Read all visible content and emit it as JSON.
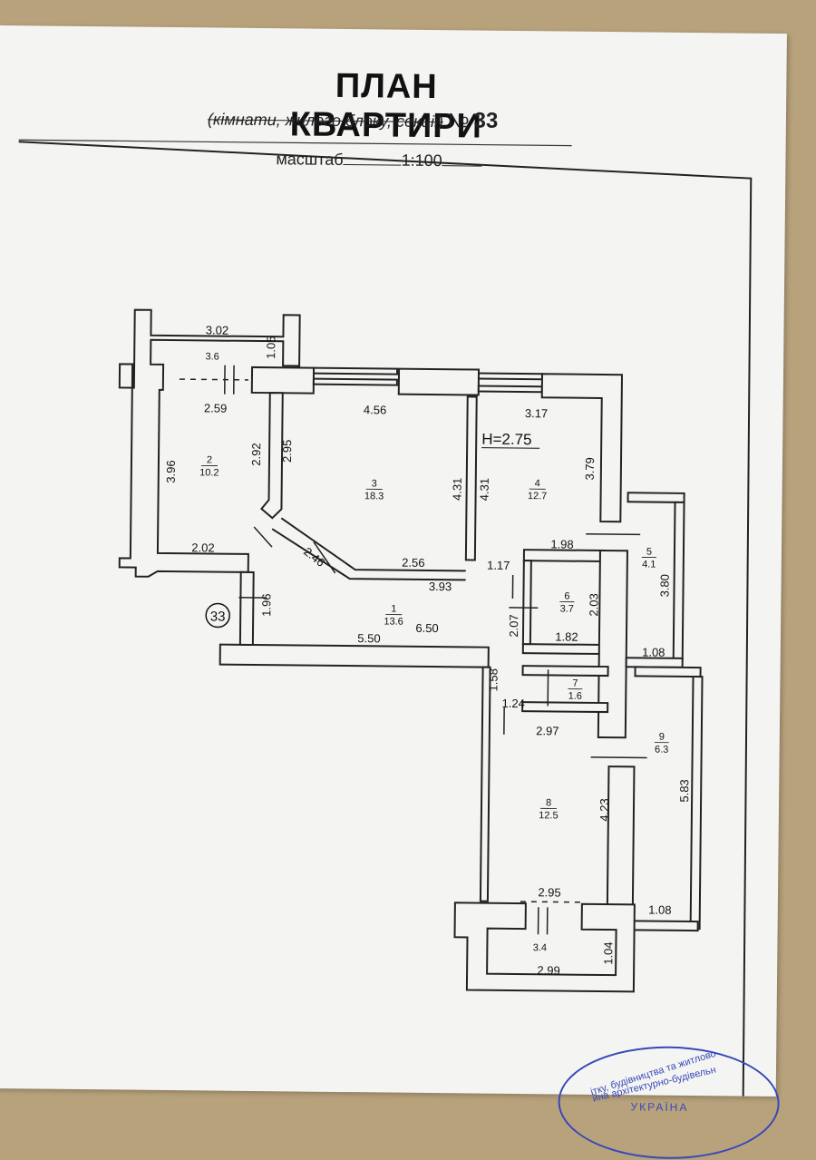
{
  "header": {
    "title": "ПЛАН КВАРТИРИ",
    "subtitle_struck": "(кімнати, жилого блоку, секції)",
    "number_sign": "№",
    "apartment_number": "33",
    "scale_label": "масштаб",
    "scale_value": "1:100"
  },
  "plan": {
    "ceiling_height": "H=2.75",
    "apartment_marker": "33",
    "rooms": [
      {
        "num": "1",
        "area": "13.6"
      },
      {
        "num": "2",
        "area": "10.2"
      },
      {
        "num": "3",
        "area": "18.3"
      },
      {
        "num": "4",
        "area": "12.7"
      },
      {
        "num": "5",
        "area": "4.1"
      },
      {
        "num": "6",
        "area": "3.7"
      },
      {
        "num": "7",
        "area": "1.6"
      },
      {
        "num": "8",
        "area": "12.5"
      },
      {
        "num": "9",
        "area": "6.3"
      },
      {
        "num": "",
        "area": "3.6"
      },
      {
        "num": "",
        "area": "3.4"
      }
    ],
    "dimensions": [
      "3.02",
      "1.05",
      "2.59",
      "3.96",
      "2.92",
      "4.56",
      "2.95",
      "4.31",
      "4.31",
      "3.17",
      "3.79",
      "2.02",
      "2.46",
      "2.56",
      "1.17",
      "3.93",
      "1.96",
      "5.50",
      "6.50",
      "1.98",
      "3.80",
      "2.03",
      "2.07",
      "1.82",
      "1.08",
      "1.58",
      "1.24",
      "2.97",
      "5.83",
      "4.23",
      "2.95",
      "1.08",
      "1.04",
      "2.99"
    ]
  },
  "stamp": {
    "line1": "ітку, будівництва та житлово-ком",
    "line2": "йна архітектурно-будівельн",
    "line3": "УКРАЇНА"
  }
}
